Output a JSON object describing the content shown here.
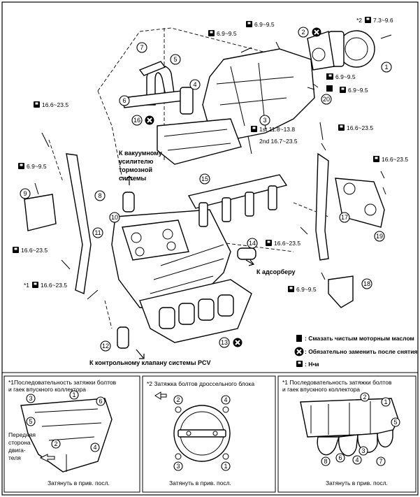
{
  "torques": {
    "t_69_95_a": "6.9~9.5",
    "t_69_95_b": "6.9~9.5",
    "t_73_96": "7.3~9.6",
    "t_73_96_prefix": "*2",
    "t_69_95_c": "6.9~9.5",
    "t_69_95_d": "6.9~9.5",
    "t_166_235_left": "16.6~23.5",
    "t_1st": "1st 11.8~13.8",
    "t_2nd": "2nd 16.7~23.5",
    "t_166_235_right": "16.6~23.5",
    "t_69_95_left": "6.9~9.5",
    "t_166_235_far_right": "16.6~23.5",
    "t_166_235_mid": "16.6~23.5",
    "t_166_235_lower_left": "16.6~23.5",
    "t_166_235_star1": "16.6~23.5",
    "t_star1_prefix": "*1",
    "t_69_95_lower_right": "6.9~9.5"
  },
  "callouts": {
    "c1": "1",
    "c2": "2",
    "c3": "3",
    "c4": "4",
    "c5": "5",
    "c6": "6",
    "c7": "7",
    "c8": "8",
    "c9": "9",
    "c10": "10",
    "c11": "11",
    "c12": "12",
    "c13": "13",
    "c14": "14",
    "c15": "15",
    "c16": "16",
    "c17": "17",
    "c18": "18",
    "c19": "19",
    "c20": "20"
  },
  "labels": {
    "vacuum_1": "К вакуумному",
    "vacuum_2": "усилителю",
    "vacuum_3": "тормозной",
    "vacuum_4": "системы",
    "adsorber": "К адсорберу",
    "pcv": "К контрольному клапану системы PCV"
  },
  "legend": {
    "oil": ": Смазать чистым моторным маслом",
    "replace": ": Обязательно заменить после снятия",
    "nm": ": Н•м"
  },
  "insets": {
    "left": {
      "title_1": "*1Последовательность затяжки болтов",
      "title_2": "и гаек впускного коллектора",
      "front_1": "Передняя",
      "front_2": "сторона",
      "front_3": "двига-",
      "front_4": "теля",
      "caption": "Затянуть в прив. посл.",
      "nums": [
        "3",
        "1",
        "6",
        "5",
        "2",
        "4"
      ]
    },
    "middle": {
      "title": "*2 Затяжка болтов дроссельного блока",
      "caption": "Затянуть в прив. посл.",
      "nums": [
        "2",
        "4",
        "3",
        "1"
      ]
    },
    "right": {
      "title_1": "*1 Последовательность затяжки болтов",
      "title_2": "и гаек впускного коллектора",
      "caption": "Затянуть в прив. посл.",
      "nums": [
        "8",
        "6",
        "4",
        "3",
        "7",
        "5",
        "1",
        "2"
      ]
    }
  },
  "icons": [
    "wrench-icon",
    "replace-mark-icon",
    "oil-can-icon",
    "arrow-left-icon"
  ]
}
